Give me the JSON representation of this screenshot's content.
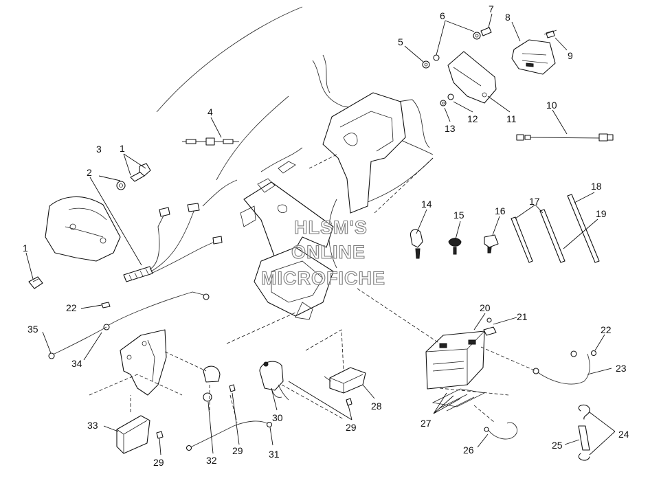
{
  "watermark": {
    "lines": [
      "HLSM'S",
      "ONLINE",
      "MICROFICHE"
    ],
    "stroke_color": "#7a7a7a"
  },
  "callouts": [
    "1",
    "1",
    "2",
    "3",
    "4",
    "5",
    "6",
    "7",
    "8",
    "9",
    "10",
    "11",
    "12",
    "13",
    "14",
    "15",
    "16",
    "17",
    "18",
    "19",
    "20",
    "21",
    "22",
    "22",
    "23",
    "24",
    "25",
    "26",
    "27",
    "28",
    "29",
    "29",
    "29",
    "30",
    "31",
    "32",
    "33",
    "34",
    "35"
  ]
}
